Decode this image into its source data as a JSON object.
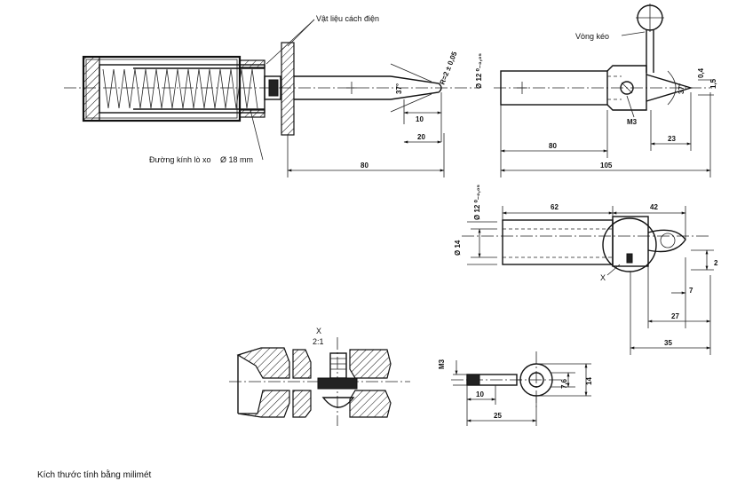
{
  "labels": {
    "insulating_material": "Vật liệu cách điện",
    "pull_ring": "Vòng kéo",
    "spring_diameter_prefix": "Đường kính lò xo",
    "spring_diameter_value": "Ø 18 mm",
    "detail_mark": "X",
    "detail_ref": "X",
    "detail_scale": "2:1",
    "caption": "Kích thước tính bằng milimét"
  },
  "dims": {
    "d10_top": "10",
    "d20": "20",
    "d80_left": "80",
    "d80_right": "80",
    "d105": "105",
    "d23": "23",
    "m3": "M3",
    "ang37_left": "37°",
    "ang37_right": "37°",
    "tip_radius": "R=2 ± 0,05",
    "dia12_top": "Ø 12 ⁰₋₀,₀₅",
    "d04": "0,4",
    "d15": "1,5",
    "d62": "62",
    "d42": "42",
    "dia14": "Ø 14",
    "dia12_mid": "Ø 12 ⁰₋₀,₀₅",
    "d2": "2",
    "d7": "7",
    "d27": "27",
    "d35": "35",
    "m3_small": "M3",
    "d10_small": "10",
    "d25": "25",
    "d76": "7,6",
    "d14": "14"
  }
}
